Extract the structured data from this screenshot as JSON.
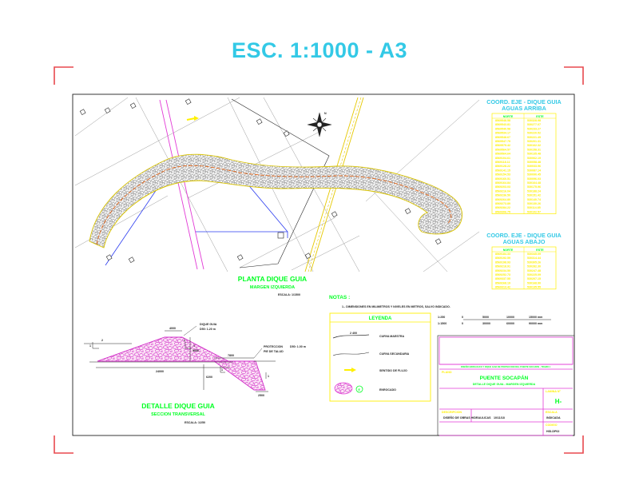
{
  "title": "ESC. 1:1000 - A3",
  "plan": {
    "north_symbol": "N",
    "coords_up": {
      "title_lines": [
        "COORD. EJE - DIQUE GUIA",
        "AGUAS ARRIBA"
      ],
      "headers": [
        "NORTE",
        "ESTE"
      ],
      "rows": [
        [
          "8569548.58",
          "530328.98"
        ],
        [
          "8569543.81",
          "530277.07"
        ],
        [
          "8569540.58",
          "530233.27"
        ],
        [
          "8569534.17",
          "530220.52"
        ],
        [
          "8569548.67",
          "530221.49"
        ],
        [
          "8569547.79",
          "530201.31"
        ],
        [
          "8569579.42",
          "530162.32"
        ],
        [
          "8569564.57",
          "530158.31"
        ],
        [
          "8569564.64",
          "530135.48"
        ],
        [
          "8569104.61",
          "530062.19"
        ],
        [
          "8569118.11",
          "530058.48"
        ],
        [
          "8569128.22",
          "530033.96"
        ],
        [
          "8569141.15",
          "530087.14"
        ],
        [
          "8569154.53",
          "530090.45"
        ],
        [
          "8569160.51",
          "530096.03"
        ],
        [
          "8569164.84",
          "530164.48"
        ],
        [
          "8569203.03",
          "530175.96"
        ],
        [
          "8569216.04",
          "530188.24"
        ],
        [
          "8569236.50",
          "530151.42"
        ],
        [
          "8569264.80",
          "530140.74"
        ],
        [
          "8569273.89",
          "530130.26"
        ],
        [
          "8569284.22",
          "530114.85"
        ],
        [
          "8569306.75",
          "530102.57"
        ]
      ]
    },
    "coords_down": {
      "title_lines": [
        "COORD. EJE - DIQUE GUIA",
        "AGUAS ABAJO"
      ],
      "headers": [
        "NORTE",
        "ESTE"
      ],
      "rows": [
        [
          "8569184.33",
          "530345.09"
        ],
        [
          "8569192.59",
          "530314.44"
        ],
        [
          "8569198.93",
          "530305.26"
        ],
        [
          "8569218.91",
          "530282.30"
        ],
        [
          "8569234.50",
          "530247.48"
        ],
        [
          "8569252.73",
          "530225.09"
        ],
        [
          "8569337.55",
          "530207.15"
        ],
        [
          "8569268.19",
          "530168.90"
        ],
        [
          "8569313.42",
          "530135.55"
        ]
      ]
    },
    "plan_title": "PLANTA DIQUE GUIA",
    "plan_sub": "MARGEN IZQUIERDA",
    "plan_scale": "ESCALA: 1/1500"
  },
  "notes": {
    "heading": "NOTAS :",
    "line1": "1.- DIMENSIONES EN MILIMETROS Y NIVELES EN METROS, SALVO INDICADO."
  },
  "scales": {
    "rows": [
      [
        "1:250",
        "0",
        "5000",
        "10000",
        "15000 mm"
      ],
      [
        "1:1500",
        "0",
        "30000",
        "60000",
        "90000 mm"
      ]
    ]
  },
  "legend": {
    "title": "LEYENDA",
    "items": [
      {
        "sample": "2 400",
        "label": "CURVA MAESTRA"
      },
      {
        "sample": "",
        "label": "CURVA SECUNDARIA"
      },
      {
        "sample": "",
        "label": "SENTIDO DE FLUJO"
      },
      {
        "sample": "",
        "label": "ENROCADO"
      }
    ]
  },
  "section": {
    "title": "DETALLE DIQUE GUIA",
    "subtitle": "SECCION TRANSVERSAL",
    "scale": "ESCALA: 1/250",
    "dims": {
      "crest": "4000",
      "base": "24000",
      "height": "5000",
      "toe_width": "7800",
      "toe_depth": "6200",
      "toe_bottom": "2500",
      "slope_left": "2",
      "slope_right": "2",
      "toe_slope": "1",
      "one": "1"
    },
    "dike_note": [
      "DIQUE GUIA",
      "D50: 1.20 m"
    ],
    "toe_note": [
      "PROTECCION",
      "PIE DE TALUD"
    ],
    "toe_d50": "D50: 1.00 m"
  },
  "title_block": {
    "strip": "DISEÑO HIDRAULICO Y DIQUE GUIA DE PROTECCION DEL PUENTE SOCAPAN - TRAMO 1",
    "label_plano": "PLANO",
    "project_name": "PUENTE SOCAPÁN",
    "project_sub": "DETALLE DIQUE GUIA - MARGEN IZQUIERDA",
    "label_sheet": "LAMINA N°",
    "sheet_number": "H-",
    "label_desc": "DESCRIPCION",
    "desc_value": "DISEÑO DE OBRAS HIDRAULICAS",
    "date_value": "10/11/18",
    "label_scale": "ESCALA",
    "scale_value": "INDICADA",
    "label_code": "CODIGO",
    "code_value": "HID-DP02"
  },
  "colors": {
    "title": "#33c9e6",
    "frame": "#e8494e",
    "yellow": "#fff000",
    "green": "#00ff22",
    "magenta": "#e23ad6",
    "blue": "#2b3cf0",
    "road_yellow": "#e6c800"
  }
}
